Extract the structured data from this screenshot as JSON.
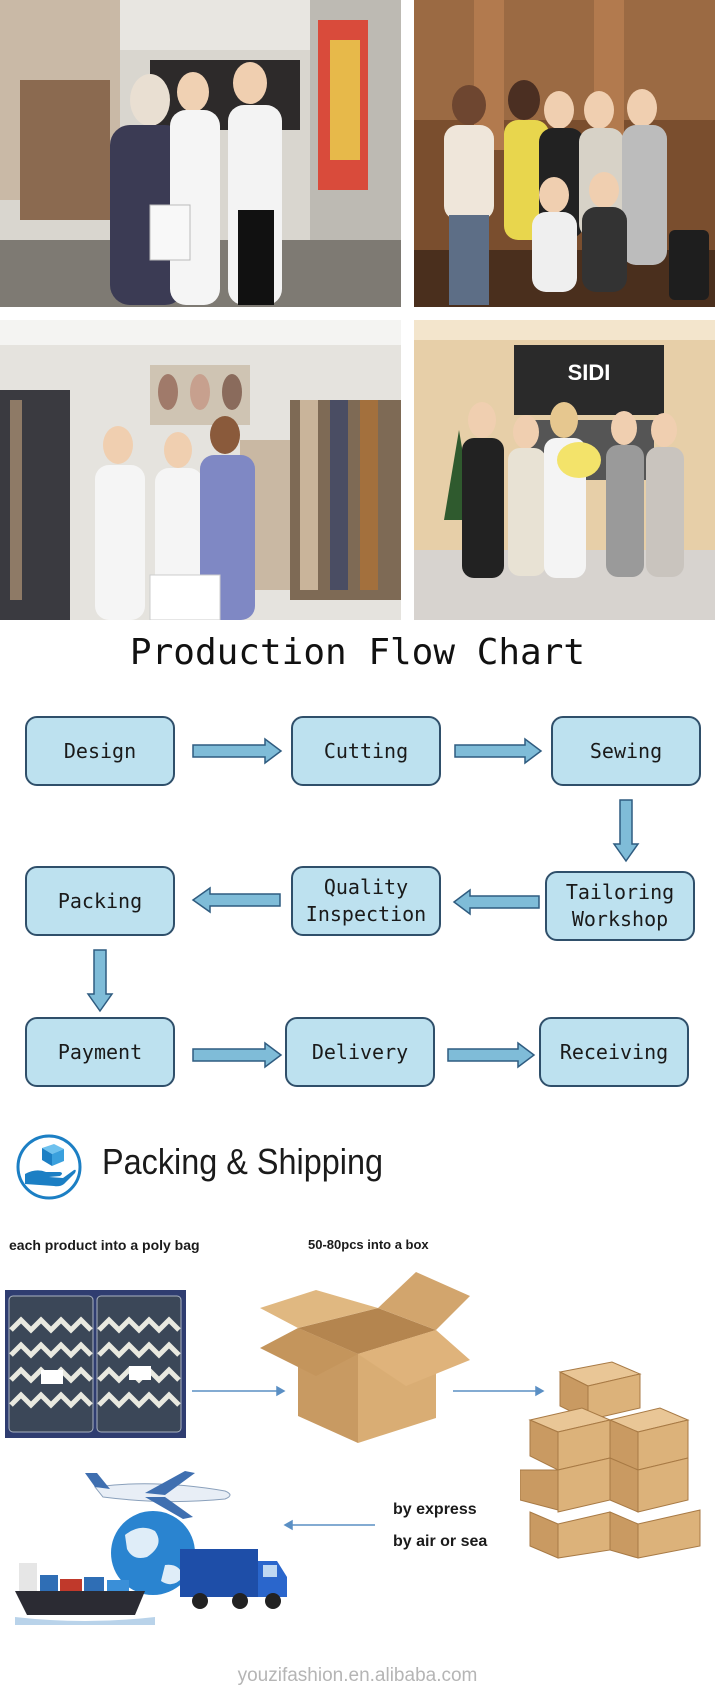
{
  "photos": {
    "booth_hijab": {},
    "group_hotel": {},
    "booth_visitor": {},
    "office_bouquet": {
      "sign_text": "SIDI"
    }
  },
  "flow_chart": {
    "title": "Production Flow Chart",
    "steps": {
      "design": "Design",
      "cutting": "Cutting",
      "sewing": "Sewing",
      "tailoring_line1": "Tailoring",
      "tailoring_line2": "Workshop",
      "quality_line1": "Quality",
      "quality_line2": "Inspection",
      "packing": "Packing",
      "payment": "Payment",
      "delivery": "Delivery",
      "receiving": "Receiving"
    },
    "colors": {
      "box_fill": "#bde1ef",
      "box_border": "#2f4f6a",
      "arrow_fill": "#7fbcd8",
      "arrow_stroke": "#2f5c80"
    }
  },
  "packing_shipping": {
    "title": "Packing & Shipping",
    "note_poly_bag": "each product into a poly bag",
    "note_box": "50-80pcs into a box",
    "note_express": "by express",
    "note_air_sea": "by air or sea",
    "icons": [
      "box-hand-logo-icon",
      "poly-bag-icon",
      "open-carton-icon",
      "carton-stack-icon",
      "plane-icon",
      "globe-icon",
      "ship-icon",
      "truck-icon"
    ]
  },
  "footer": {
    "site": "youzifashion.en.alibaba.com"
  }
}
